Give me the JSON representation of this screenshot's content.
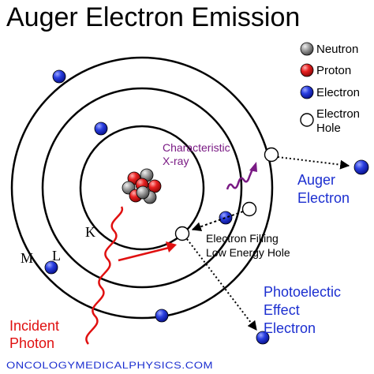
{
  "title": "Auger Electron Emission",
  "legend": {
    "neutron": "Neutron",
    "proton": "Proton",
    "electron": "Electron",
    "hole_line1": "Electron",
    "hole_line2": "Hole"
  },
  "shell_labels": {
    "k": "K",
    "l": "L",
    "m": "M"
  },
  "xray": {
    "line1": "Characteristic",
    "line2": "X-ray"
  },
  "auger": {
    "line1": "Auger",
    "line2": "Electron"
  },
  "filling": {
    "line1": "Electron Filling",
    "line2": "Low Energy Hole"
  },
  "photo": {
    "line1": "Photoelectic",
    "line2": "Effect",
    "line3": "Electron"
  },
  "incident": {
    "line1": "Incident",
    "line2": "Photon"
  },
  "footer": "ONCOLOGYMEDICALPHYSICS.COM",
  "colors": {
    "electron": "#1c2fd0",
    "proton": "#e02020",
    "neutron": "#8a8a8a",
    "xray": "#7a1a84",
    "photon": "#e01010"
  }
}
